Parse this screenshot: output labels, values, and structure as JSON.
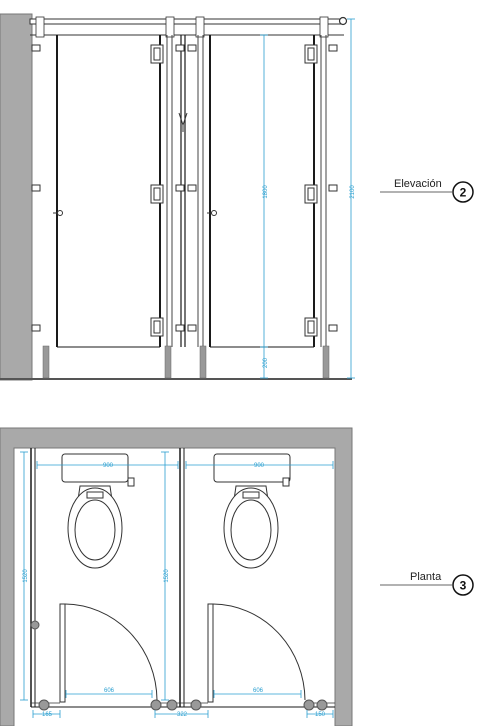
{
  "elevation": {
    "label": "Elevación",
    "number": "2",
    "dimensions": {
      "total_height": "2100",
      "panel_height": "1800",
      "gap_bottom": "200"
    }
  },
  "plan": {
    "label": "Planta",
    "number": "3",
    "dimensions": {
      "sink_width_left": "900",
      "sink_width_right": "900",
      "depth_left": "1520",
      "depth_right": "1520",
      "door_left": "606",
      "door_right": "606",
      "offset_left": "165",
      "offset_middle": "322",
      "offset_right": "150"
    }
  },
  "colors": {
    "wall": "#a9a9a9",
    "wall_dark": "#8c8c8c",
    "line": "#1a1a1a",
    "dimension": "#2a9fd0"
  }
}
